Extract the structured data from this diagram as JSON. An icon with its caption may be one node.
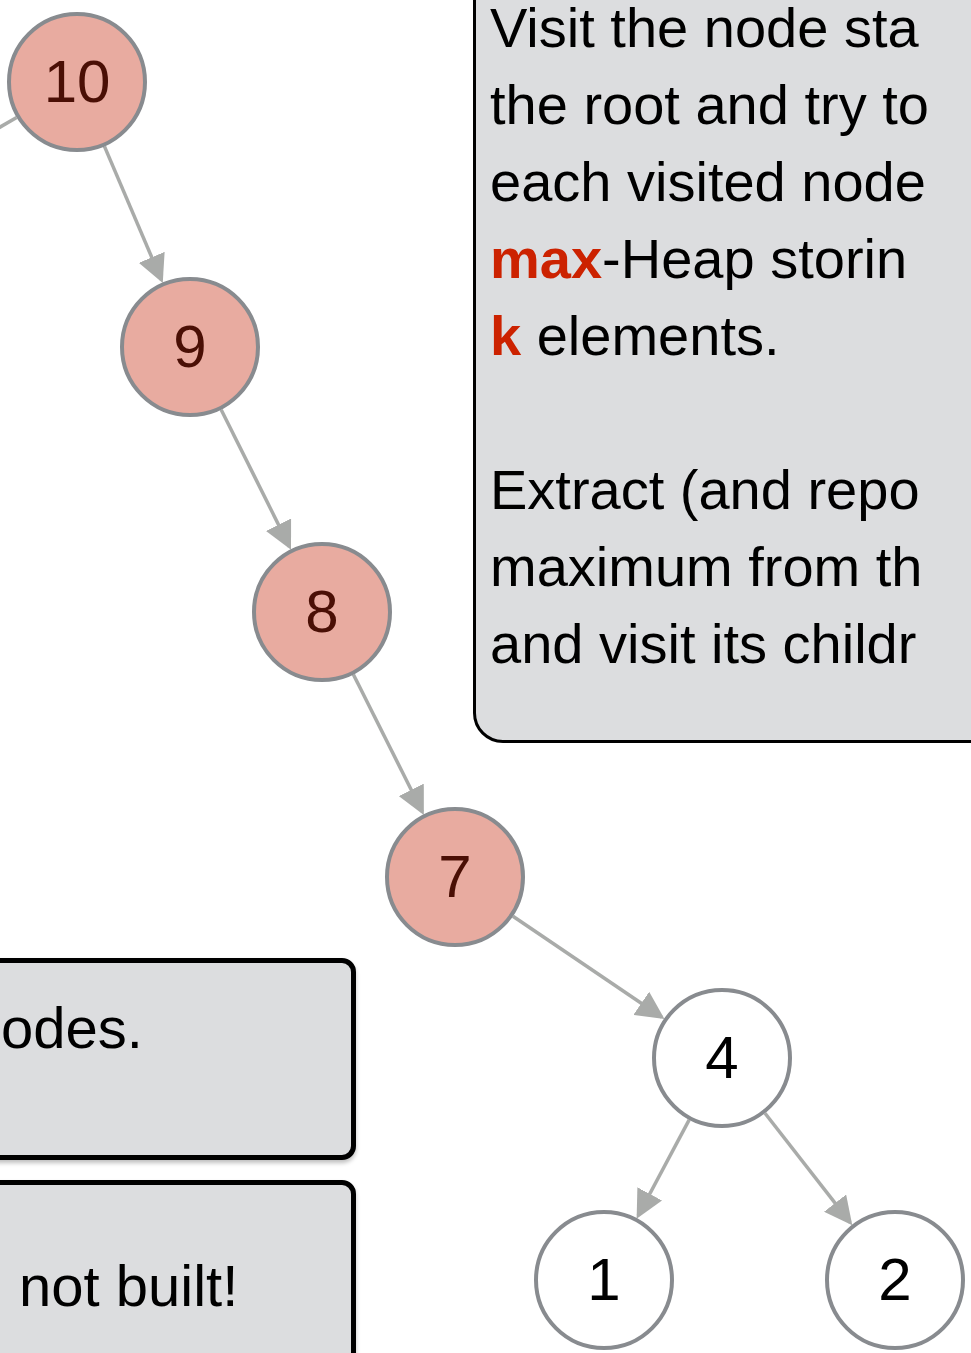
{
  "diagram": {
    "nodes": [
      {
        "text": [
          "Visit the node sta the root and try to each visited node **max**-Heap storin **k** elements.",
          "Extract (and repo maximum from th and visit its childr"
        ]
      },
      {
        "text": [
          "odes."
        ]
      },
      {
        "text": [
          "not built!"
        ]
      },
      {
        "text": [
          "10"
        ]
      },
      {
        "text": [
          "9"
        ]
      },
      {
        "text": [
          "8"
        ]
      },
      {
        "text": [
          "7"
        ]
      },
      {
        "text": [
          "4"
        ]
      },
      {
        "text": [
          "1"
        ]
      },
      {
        "text": [
          "2"
        ]
      }
    ],
    "edges": [
      {
        "from": 3,
        "to": null,
        "arrow": "none"
      },
      {
        "from": 3,
        "to": 4,
        "arrow": "to"
      },
      {
        "from": 4,
        "to": 5,
        "arrow": "to"
      },
      {
        "from": 5,
        "to": 6,
        "arrow": "to"
      },
      {
        "from": 6,
        "to": 7,
        "arrow": "to"
      },
      {
        "from": 7,
        "to": 8,
        "arrow": "to"
      },
      {
        "from": 7,
        "to": 9,
        "arrow": "to"
      }
    ]
  }
}
